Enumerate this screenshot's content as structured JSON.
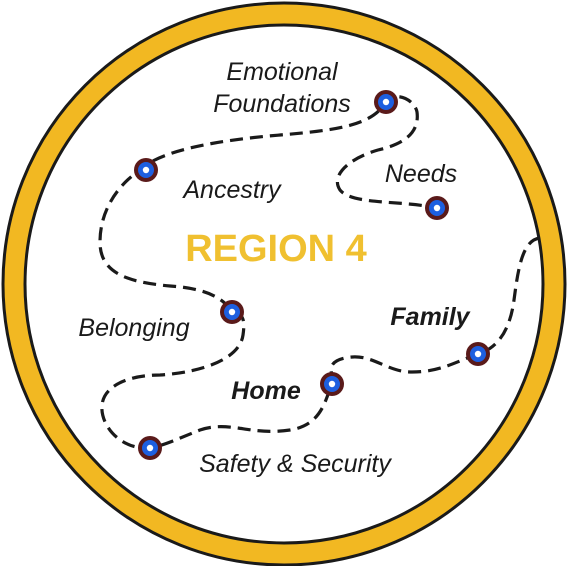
{
  "colors": {
    "ring": "#f2b822",
    "ring_outline": "#1a1a1a",
    "title": "#f0c030",
    "node_outer": "#5a1a1a",
    "node_mid": "#1d5fe0",
    "node_inner": "#ffffff"
  },
  "title": "REGION 4",
  "labels": {
    "emotional_foundations_line1": "Emotional",
    "emotional_foundations_line2": "Foundations",
    "needs": "Needs",
    "ancestry": "Ancestry",
    "belonging": "Belonging",
    "family": "Family",
    "home": "Home",
    "safety_security": "Safety & Security"
  }
}
